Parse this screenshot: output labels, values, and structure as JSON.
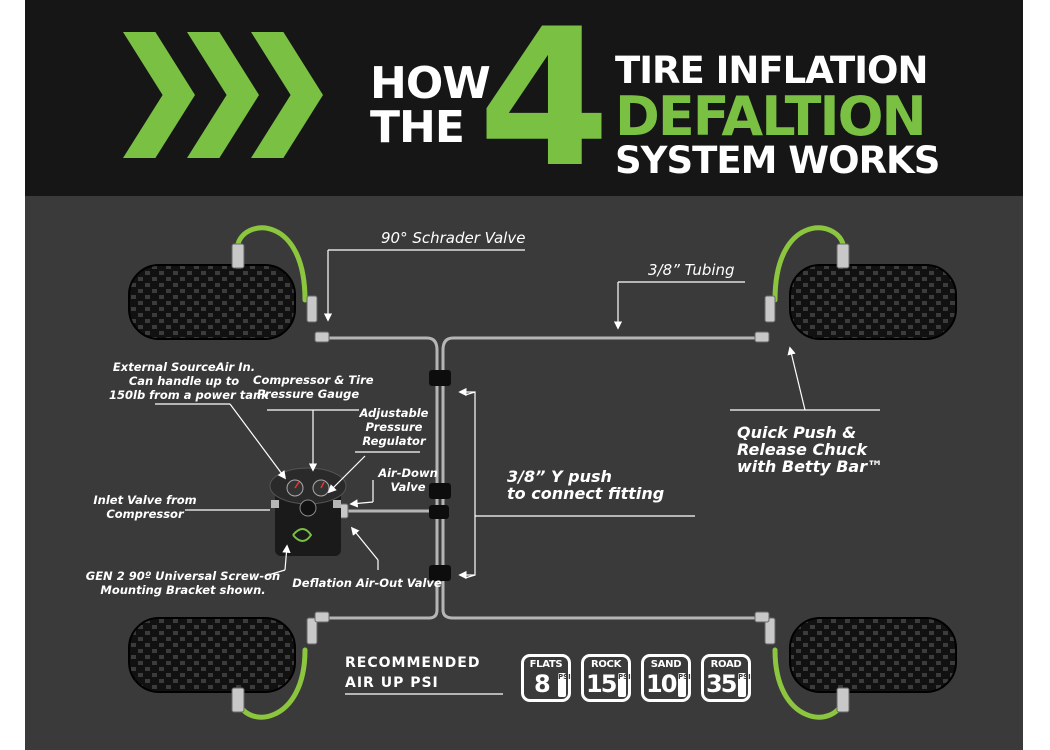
{
  "header": {
    "line_how": "HOW",
    "line_the": "THE",
    "big_number": "4",
    "line1": "TIRE INFLATION",
    "line2": "DEFALTION",
    "line3": "SYSTEM WORKS",
    "accent_color": "#7ac043"
  },
  "labels": {
    "schrader": "90° Schrader Valve",
    "tubing": "3/8” Tubing",
    "external_source_1": "External SourceAir In.",
    "external_source_2": "Can handle up to",
    "external_source_3": "150lb from a power tank",
    "compressor_1": "Compressor & Tire",
    "compressor_2": "Pressure Gauge",
    "regulator_1": "Adjustable",
    "regulator_2": "Pressure",
    "regulator_3": "Regulator",
    "airdown_1": "Air-Down",
    "airdown_2": "Valve",
    "inlet_1": "Inlet Valve from",
    "inlet_2": "Compressor",
    "ypush_1": "3/8” Y push",
    "ypush_2": "to connect fitting",
    "quick_1": "Quick Push &",
    "quick_2": "Release Chuck",
    "quick_3": "with Betty Bar™",
    "bracket_1": "GEN 2 90º Universal Screw-on",
    "bracket_2": "Mounting Bracket shown.",
    "deflation": "Deflation Air-Out Valve"
  },
  "recommended": {
    "line1": "RECOMMENDED",
    "line2": "AIR UP PSI",
    "unit": "PSI",
    "badges": [
      {
        "label": "FLATS",
        "value": "8"
      },
      {
        "label": "ROCK",
        "value": "15"
      },
      {
        "label": "SAND",
        "value": "10"
      },
      {
        "label": "ROAD",
        "value": "35"
      }
    ]
  }
}
